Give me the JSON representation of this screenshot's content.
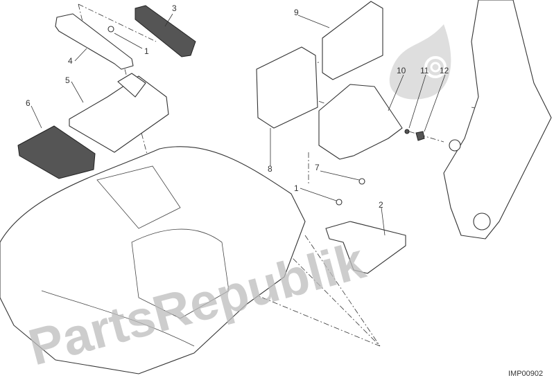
{
  "diagram": {
    "callouts": {
      "c1a": "1",
      "c1b": "1",
      "c2": "2",
      "c3": "3",
      "c4": "4",
      "c5": "5",
      "c6": "6",
      "c7": "7",
      "c8": "8",
      "c9": "9",
      "c10": "10",
      "c11": "11",
      "c12": "12"
    },
    "drawing_code": "IMP00902",
    "watermark": "PartsRepublik"
  }
}
